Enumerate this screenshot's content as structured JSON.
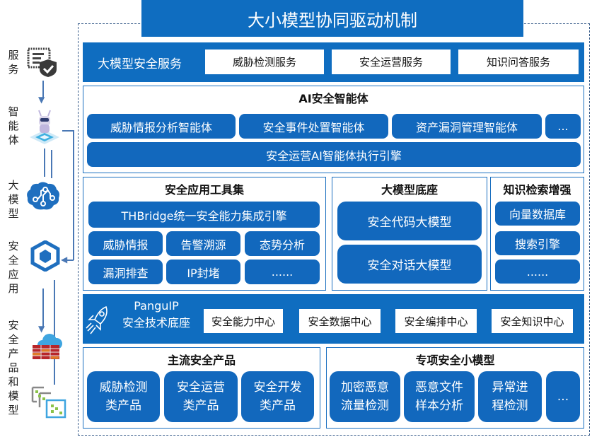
{
  "title": "大小模型协同驱动机制",
  "colors": {
    "primary_blue": "#0f6dc0",
    "pill_blue": "#1268bd",
    "border_blue": "#1a6fc0",
    "dash_border": "#3c5f8c",
    "connector": "#4a78b5"
  },
  "side_flow": [
    {
      "label": "服务",
      "icon": "shield-check-document-icon"
    },
    {
      "label": "智能体",
      "icon": "robot-chip-icon"
    },
    {
      "label": "大模型",
      "icon": "brain-circuit-icon"
    },
    {
      "label": "安全应用",
      "icon": "hexagon-cube-icon"
    },
    {
      "label": "安全产品和模型",
      "icons": [
        "cloud-firewall-icon",
        "code-brackets-icon"
      ]
    }
  ],
  "services": {
    "label": "大模型安全服务",
    "items": [
      "威胁检测服务",
      "安全运营服务",
      "知识问答服务"
    ]
  },
  "agents": {
    "title": "AI安全智能体",
    "items": [
      "威胁情报分析智能体",
      "安全事件处置智能体",
      "资产漏洞管理智能体",
      "..."
    ],
    "engine": "安全运营AI智能体执行引擎"
  },
  "tools": {
    "title": "安全应用工具集",
    "engine": "THBridge统一安全能力集成引擎",
    "items": [
      "威胁情报",
      "告警溯源",
      "态势分析",
      "漏洞排查",
      "IP封堵",
      "......"
    ]
  },
  "model_base": {
    "title": "大模型底座",
    "items": [
      "安全代码大模型",
      "安全对话大模型"
    ]
  },
  "knowledge": {
    "title": "知识检索增强",
    "items": [
      "向量数据库",
      "搜索引擎",
      "......"
    ]
  },
  "pangu": {
    "name": "PanguIP",
    "subtitle": "安全技术底座",
    "icon": "rocket-icon",
    "centers": [
      "安全能力中心",
      "安全数据中心",
      "安全编排中心",
      "安全知识中心"
    ]
  },
  "products": {
    "title": "主流安全产品",
    "items": [
      {
        "line1": "威胁检测",
        "line2": "类产品"
      },
      {
        "line1": "安全运营",
        "line2": "类产品"
      },
      {
        "line1": "安全开发",
        "line2": "类产品"
      }
    ]
  },
  "small_models": {
    "title": "专项安全小模型",
    "items": [
      {
        "line1": "加密恶意",
        "line2": "流量检测"
      },
      {
        "line1": "恶意文件",
        "line2": "样本分析"
      },
      {
        "line1": "异常进",
        "line2": "程检测"
      },
      {
        "line1": "...",
        "line2": ""
      }
    ]
  }
}
